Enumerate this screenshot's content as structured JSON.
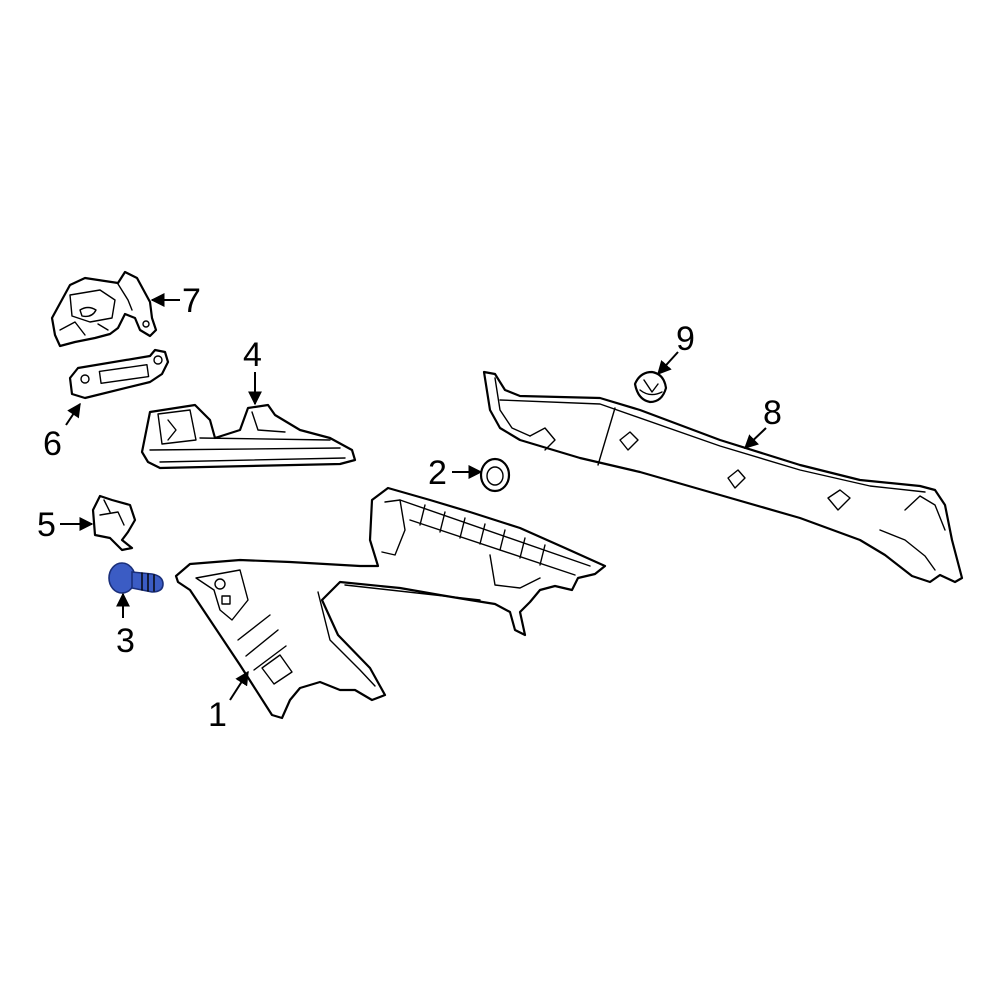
{
  "diagram": {
    "highlight_color": "#3b5cc4",
    "highlight_stroke": "#1a2f7a",
    "line_color": "#000000",
    "background": "#ffffff",
    "callouts": [
      {
        "id": "1",
        "label": "1"
      },
      {
        "id": "2",
        "label": "2"
      },
      {
        "id": "3",
        "label": "3"
      },
      {
        "id": "4",
        "label": "4"
      },
      {
        "id": "5",
        "label": "5"
      },
      {
        "id": "6",
        "label": "6"
      },
      {
        "id": "7",
        "label": "7"
      },
      {
        "id": "8",
        "label": "8"
      },
      {
        "id": "9",
        "label": "9"
      }
    ],
    "highlighted_part": "3"
  }
}
